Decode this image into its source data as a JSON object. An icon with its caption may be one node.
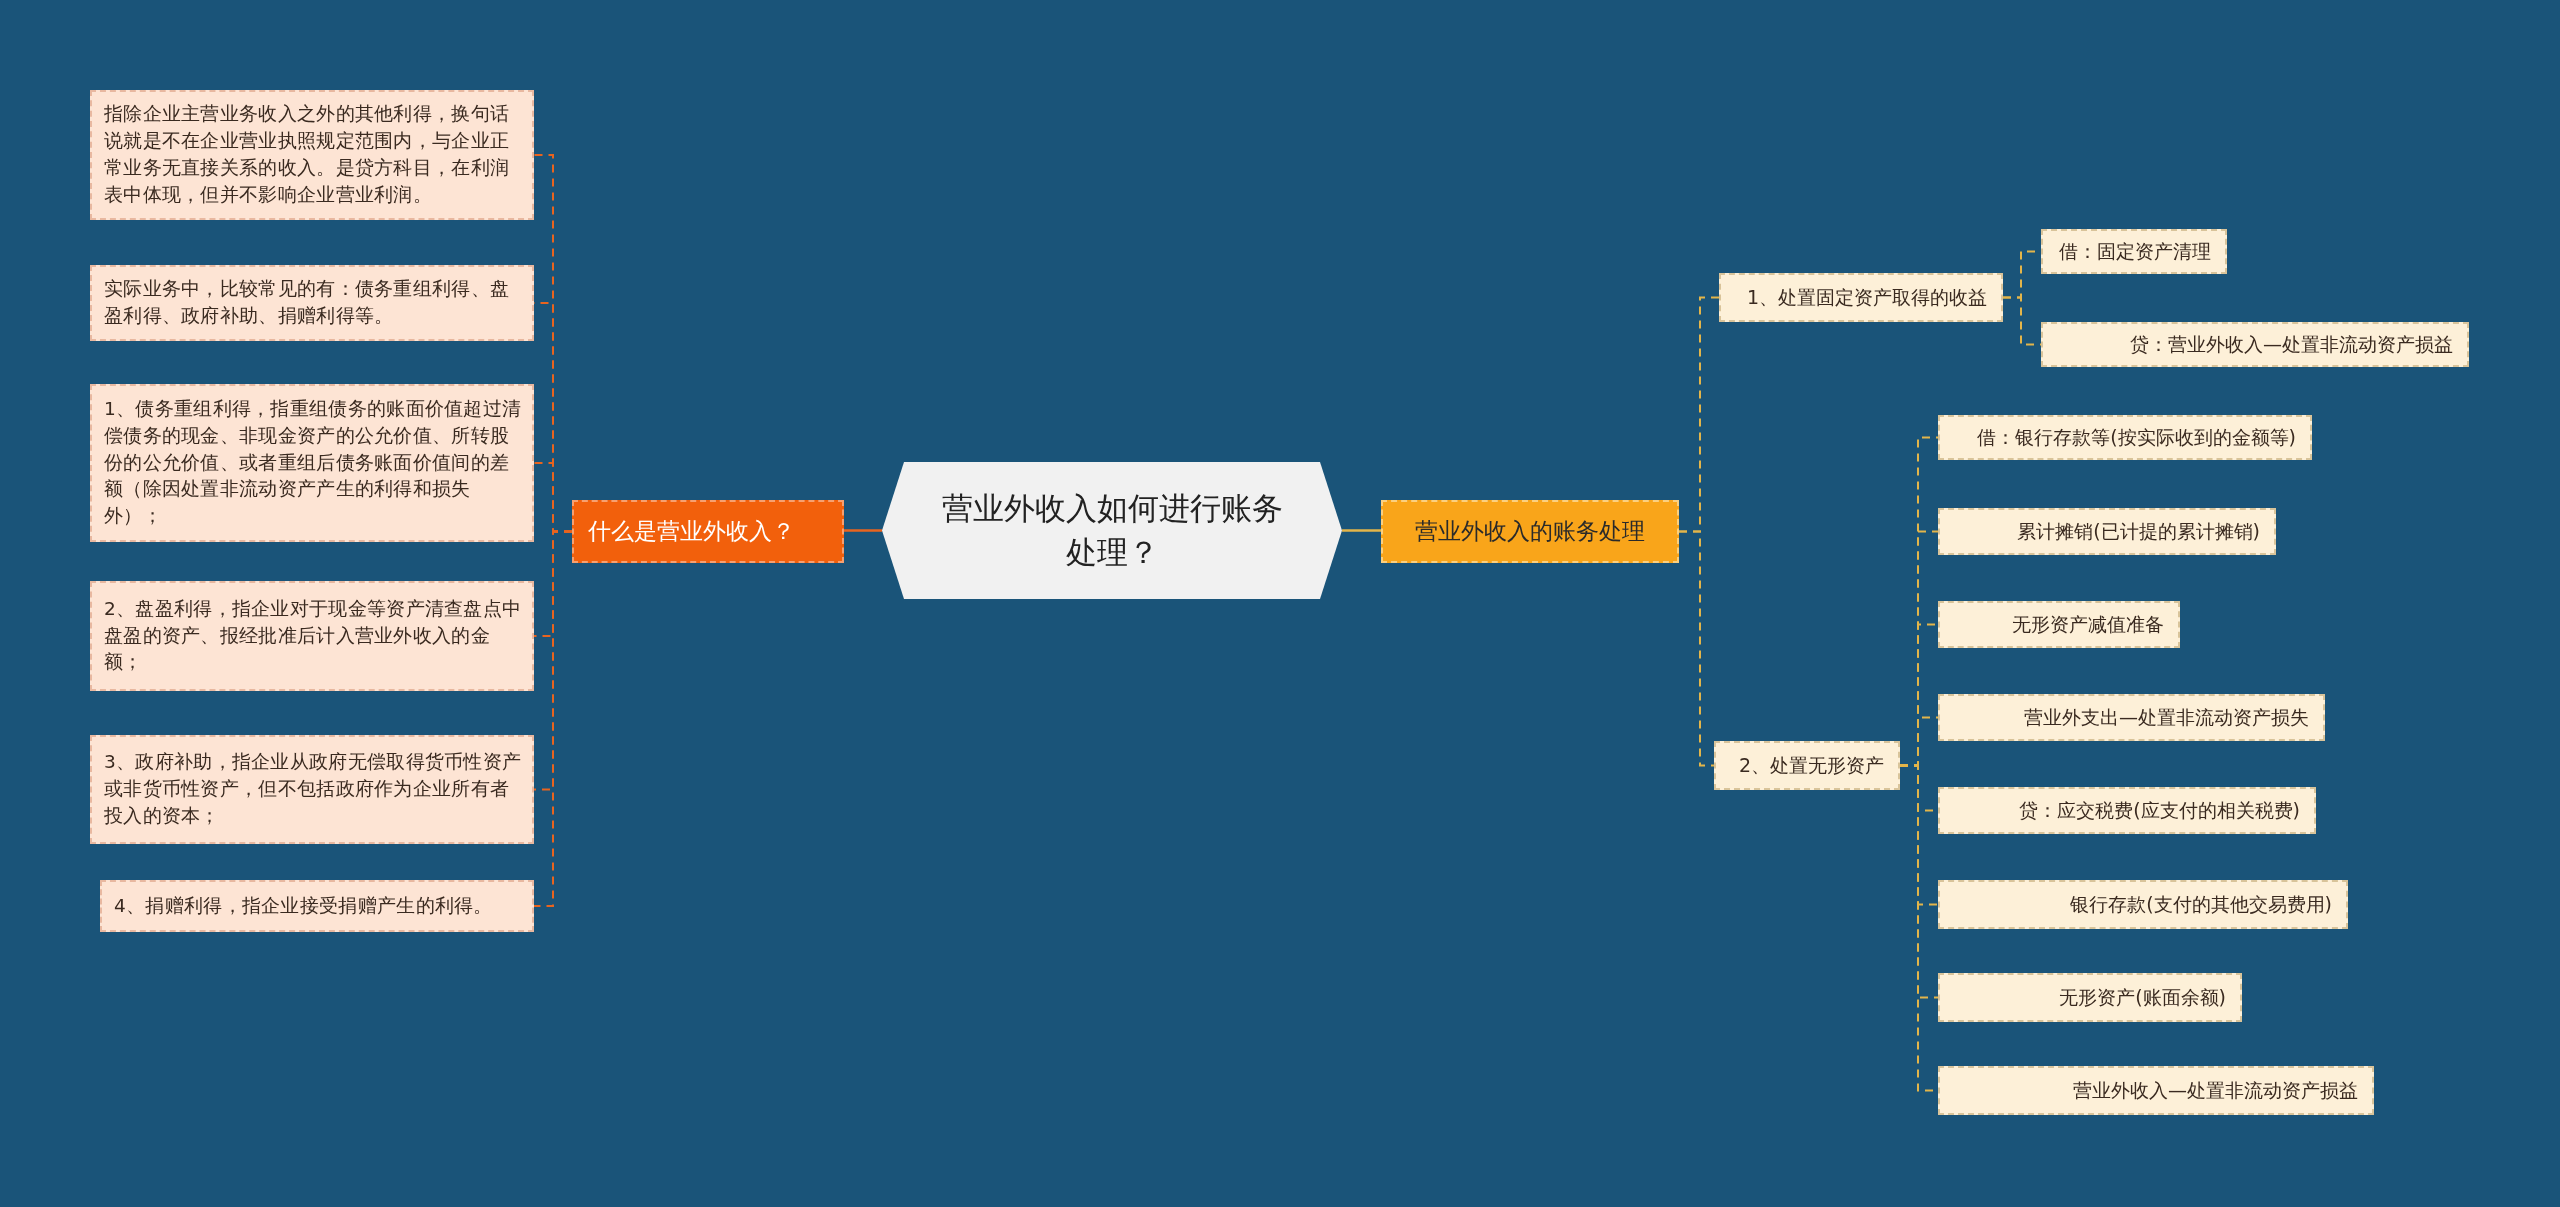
{
  "diagram": {
    "nodes": [
      {
        "text": [
          "营业外收入如何进行账务处理？"
        ]
      },
      {
        "text": [
          "什么是营业外收入？"
        ]
      },
      {
        "text": [
          "指除企业主营业务收入之外的其他利得，换句话说就是不在企业营业执照规定范围内，与企业正常业务无直接关系的收入。是贷方科目，在利润表中体现，但并不影响企业营业利润。"
        ]
      },
      {
        "text": [
          "实际业务中，比较常见的有：债务重组利得、盘盈利得、政府补助、捐赠利得等。"
        ]
      },
      {
        "text": [
          "1、债务重组利得，指重组债务的账面价值超过清偿债务的现金、非现金资产的公允价值、所转股份的公允价值、或者重组后债务账面价值间的差额（除因处置非流动资产产生的利得和损失外）；"
        ]
      },
      {
        "text": [
          "2、盘盈利得，指企业对于现金等资产清查盘点中盘盈的资产、报经批准后计入营业外收入的金额；"
        ]
      },
      {
        "text": [
          "3、政府补助，指企业从政府无偿取得货币性资产或非货币性资产，但不包括政府作为企业所有者投入的资本；"
        ]
      },
      {
        "text": [
          "4、捐赠利得，指企业接受捐赠产生的利得。"
        ]
      },
      {
        "text": [
          "营业外收入的账务处理"
        ]
      },
      {
        "text": [
          "1、处置固定资产取得的收益"
        ]
      },
      {
        "text": [
          "借：固定资产清理"
        ]
      },
      {
        "text": [
          "贷：营业外收入—处置非流动资产损益"
        ]
      },
      {
        "text": [
          "2、处置无形资产"
        ]
      },
      {
        "text": [
          "借：银行存款等(按实际收到的金额等)"
        ]
      },
      {
        "text": [
          "累计摊销(已计提的累计摊销)"
        ]
      },
      {
        "text": [
          "无形资产减值准备"
        ]
      },
      {
        "text": [
          "营业外支出—处置非流动资产损失"
        ]
      },
      {
        "text": [
          "贷：应交税费(应支付的相关税费)"
        ]
      },
      {
        "text": [
          "银行存款(支付的其他交易费用)"
        ]
      },
      {
        "text": [
          "无形资产(账面余额)"
        ]
      },
      {
        "text": [
          "营业外收入—处置非流动资产损益"
        ]
      }
    ],
    "edges": [
      {
        "from": 0,
        "to": 1,
        "arrow": "none",
        "color": "#e8641f"
      },
      {
        "from": 1,
        "to": 2,
        "arrow": "none",
        "style": "dashed",
        "color": "#e8641f"
      },
      {
        "from": 1,
        "to": 3,
        "arrow": "none",
        "style": "dashed",
        "color": "#e8641f"
      },
      {
        "from": 1,
        "to": 4,
        "arrow": "none",
        "style": "dashed",
        "color": "#e8641f"
      },
      {
        "from": 1,
        "to": 5,
        "arrow": "none",
        "style": "dashed",
        "color": "#e8641f"
      },
      {
        "from": 1,
        "to": 6,
        "arrow": "none",
        "style": "dashed",
        "color": "#e8641f"
      },
      {
        "from": 1,
        "to": 7,
        "arrow": "none",
        "style": "dashed",
        "color": "#e8641f"
      },
      {
        "from": 0,
        "to": 8,
        "arrow": "none"
      },
      {
        "from": 8,
        "to": 9,
        "arrow": "none",
        "style": "dashed"
      },
      {
        "from": 8,
        "to": 12,
        "arrow": "none",
        "style": "dashed"
      },
      {
        "from": 9,
        "to": 10,
        "arrow": "none",
        "style": "dashed"
      },
      {
        "from": 9,
        "to": 11,
        "arrow": "none",
        "style": "dashed"
      },
      {
        "from": 12,
        "to": 13,
        "arrow": "none",
        "style": "dashed"
      },
      {
        "from": 12,
        "to": 14,
        "arrow": "none",
        "style": "dashed"
      },
      {
        "from": 12,
        "to": 15,
        "arrow": "none",
        "style": "dashed"
      },
      {
        "from": 12,
        "to": 16,
        "arrow": "none",
        "style": "dashed"
      },
      {
        "from": 12,
        "to": 17,
        "arrow": "none",
        "style": "dashed"
      },
      {
        "from": 12,
        "to": 18,
        "arrow": "none",
        "style": "dashed"
      },
      {
        "from": 12,
        "to": 19,
        "arrow": "none",
        "style": "dashed"
      },
      {
        "from": 12,
        "to": 20,
        "arrow": "none",
        "style": "dashed"
      }
    ]
  }
}
